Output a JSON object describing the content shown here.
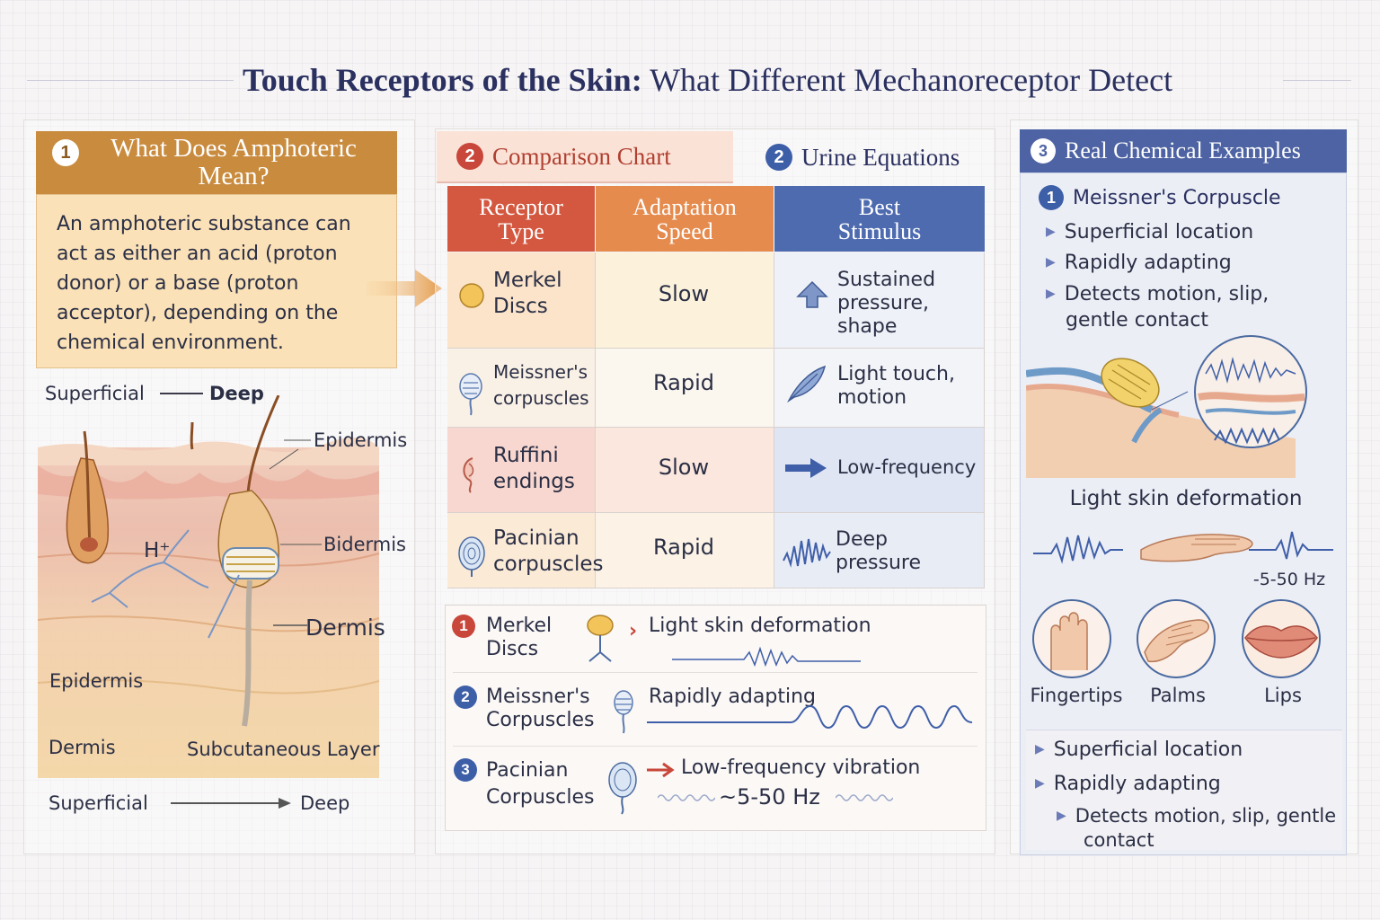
{
  "title": {
    "bold": "Touch Receptors of the Skin:",
    "rest": "What Different Mechanoreceptor Detect"
  },
  "left": {
    "heading_num": "1",
    "heading": "What Does Amphoteric Mean?",
    "body": "An amphoteric substance can act as either an acid (proton donor) or a base (proton acceptor), depending on the chemical environment.",
    "scale_top_left": "Superficial",
    "scale_top_right": "Deep",
    "labels": {
      "epidermis_top": "Epidermis",
      "bidermis": "Bidermis",
      "dermis_right": "Dermis",
      "h_plus": "H⁺",
      "epidermis_left": "Epidermis",
      "dermis_left": "Dermis",
      "subcutaneous": "Subcutaneous Layer"
    },
    "scale_bottom_left": "Superficial",
    "scale_bottom_right": "Deep"
  },
  "middle": {
    "tab1_num": "2",
    "tab1": "Comparison Chart",
    "tab2_num": "2",
    "tab2": "Urine Equations",
    "headers": {
      "type": "Receptor Type",
      "speed": "Adaptation Speed",
      "stimulus": "Best Stimulus"
    },
    "rows": [
      {
        "name": "Merkel Discs",
        "speed": "Slow",
        "stimulus": "Sustained pressure, shape"
      },
      {
        "name": "Meissner's corpuscles",
        "speed": "Rapid",
        "stimulus": "Light touch, motion"
      },
      {
        "name": "Ruffini endings",
        "speed": "Slow",
        "stimulus": "Low-frequency"
      },
      {
        "name": "Pacinian corpuscles",
        "speed": "Rapid",
        "stimulus": "Deep pressure"
      }
    ],
    "summary": [
      {
        "num": "1",
        "name": "Merkel Discs",
        "desc": "Light skin deformation"
      },
      {
        "num": "2",
        "name": "Meissner's Corpuscles",
        "desc": "Rapidly adapting"
      },
      {
        "num": "3",
        "name": "Pacinian Corpuscles",
        "desc": "Low-frequency vibration",
        "freq": "~5-50 Hz"
      }
    ]
  },
  "right": {
    "heading_num": "3",
    "heading": "Real Chemical Examples",
    "sub_num": "1",
    "sub_heading": "Meissner's Corpuscle",
    "bullets_top": [
      "Superficial location",
      "Rapidly adapting",
      "Detects motion, slip, gentle contact"
    ],
    "caption": "Light skin deformation",
    "freq": "-5-50 Hz",
    "circles": [
      "Fingertips",
      "Palms",
      "Lips"
    ],
    "bullets_bottom": [
      "Superficial location",
      "Rapidly adapting",
      "Detects motion, slip, gentle contact"
    ]
  },
  "colors": {
    "title": "#2a3060",
    "amph_header": "#c98b3e",
    "amph_body": "#fae1b7",
    "receptor_header": "#d4573f",
    "speed_header": "#e58b4e",
    "stimulus_header": "#4e6bb0",
    "right_header": "#4e63a3",
    "badge_red": "#c8463a",
    "badge_blue": "#3d5fa8"
  }
}
